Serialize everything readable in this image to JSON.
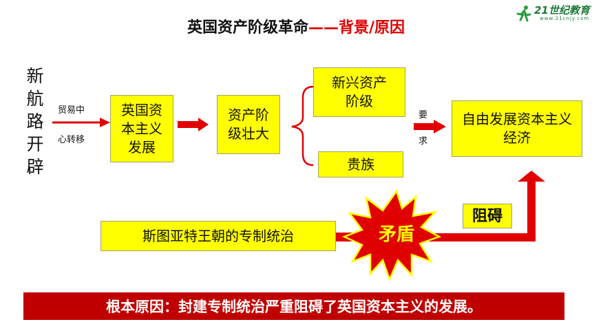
{
  "title": {
    "part1": "英国资产阶级革命",
    "part2": "——背景/原因"
  },
  "logo": {
    "text": "21世纪教育",
    "sub": "www.21cnjy.com"
  },
  "left_vertical": [
    "新",
    "航",
    "路",
    "开",
    "辟"
  ],
  "trade_label": {
    "line1": "贸易中",
    "line2": "心转移"
  },
  "boxes": {
    "capitalism_dev": "英国资本主义发展",
    "bourgeoisie_grow": "资产阶级壮大",
    "new_bourgeoisie": "新兴资产阶级",
    "nobility": "贵族",
    "free_capitalism": "自由发展资本主义经济",
    "stuart": "斯图亚特王朝的专制统治",
    "obstruct": "阻碍"
  },
  "require_label": {
    "line1": "要",
    "line2": "求"
  },
  "conflict": "矛盾",
  "root_cause": "根本原因：封建专制统治严重阻碍了英国资本主义的发展。",
  "colors": {
    "arrow": "#e00000",
    "box": "#ffff00",
    "bar": "#c00000",
    "burst_fill": "#e00000",
    "burst_stroke": "#ffff00"
  }
}
